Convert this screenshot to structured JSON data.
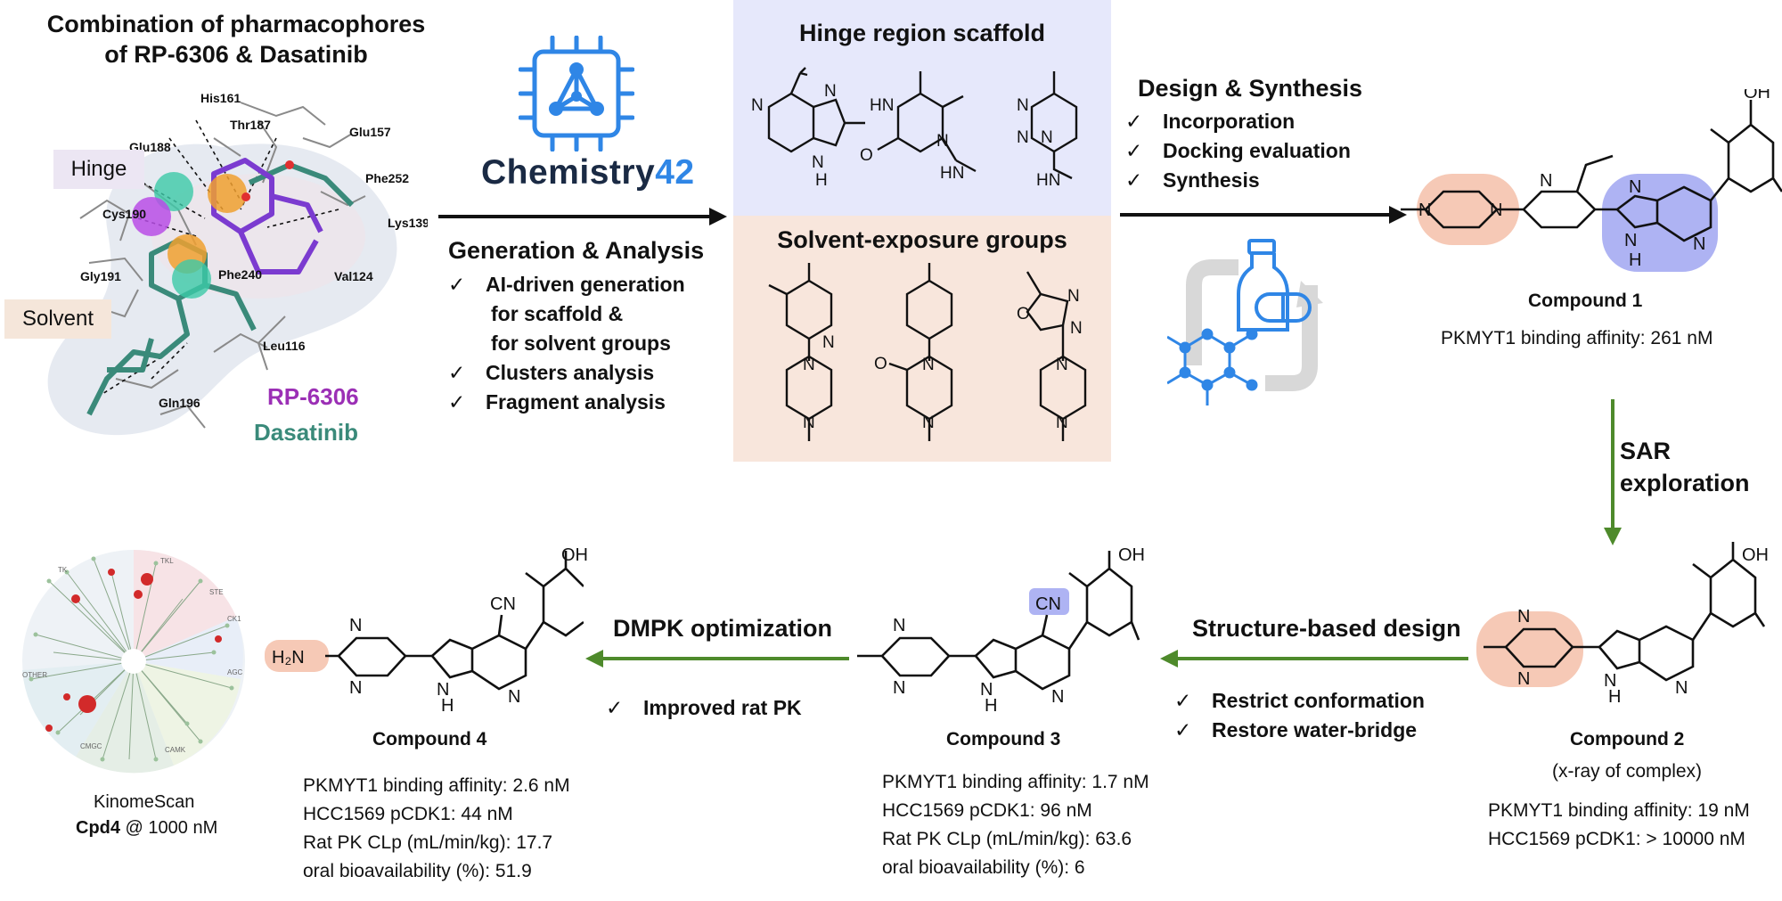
{
  "top_left": {
    "title_line1": "Combination of pharmacophores",
    "title_line2": "of RP-6306 & Dasatinib",
    "hinge_label": "Hinge",
    "solvent_label": "Solvent",
    "rp_label": "RP-6306",
    "dasatinib_label": "Dasatinib",
    "residues": [
      "His161",
      "Glu188",
      "Thr187",
      "Glu157",
      "Phe252",
      "Cys190",
      "Lys139",
      "Gly191",
      "Phe240",
      "Val124",
      "Leu116",
      "Gln196"
    ]
  },
  "chemistry42": {
    "logo_text_a": "Chemistry",
    "logo_text_b": "42",
    "gen_title": "Generation & Analysis",
    "gen_items": [
      "AI-driven generation",
      "Clusters analysis",
      "Fragment analysis"
    ],
    "gen_subitems": [
      "for scaffold &",
      "for solvent groups"
    ]
  },
  "middle_panels": {
    "hinge_title": "Hinge region scaffold",
    "solvent_title": "Solvent-exposure groups"
  },
  "design": {
    "title": "Design & Synthesis",
    "items": [
      "Incorporation",
      "Docking evaluation",
      "Synthesis"
    ]
  },
  "compound1": {
    "name": "Compound 1",
    "affinity": "PKMYT1 binding affinity: 261 nM"
  },
  "sar": {
    "line1": "SAR",
    "line2": "exploration"
  },
  "compound2": {
    "name": "Compound 2",
    "sub": "(x-ray of complex)",
    "affinity": "PKMYT1 binding affinity: 19 nM",
    "pcdk1": "HCC1569 pCDK1: > 10000 nM"
  },
  "sbd": {
    "title": "Structure-based design",
    "items": [
      "Restrict conformation",
      "Restore water-bridge"
    ]
  },
  "compound3": {
    "name": "Compound 3",
    "affinity": "PKMYT1 binding affinity: 1.7 nM",
    "pcdk1": "HCC1569 pCDK1: 96 nM",
    "clp": "Rat PK CLp (mL/min/kg): 63.6",
    "oral": "oral bioavailability (%): 6"
  },
  "dmpk": {
    "title": "DMPK optimization",
    "items": [
      "Improved rat PK"
    ]
  },
  "compound4": {
    "name": "Compound 4",
    "affinity": "PKMYT1 binding affinity: 2.6 nM",
    "pcdk1": "HCC1569 pCDK1: 44 nM",
    "clp": "Rat PK CLp (mL/min/kg): 17.7",
    "oral": "oral bioavailability (%): 51.9"
  },
  "kinome": {
    "line1": "KinomeScan",
    "line2_bold": "Cpd4",
    "line2_rest": " @ 1000 nM",
    "groups": [
      "TK",
      "TKL",
      "STE",
      "CK1",
      "AGC",
      "CAMK",
      "CMGC",
      "OTHER"
    ]
  },
  "atoms": {
    "OH": "OH",
    "CN": "CN",
    "N": "N",
    "H": "H",
    "O": "O",
    "HN": "HN",
    "H2N": "H₂N"
  },
  "colors": {
    "arrow_black": "#111111",
    "arrow_green": "#4e8a2b",
    "panel_blue": "#e6e8fb",
    "panel_peach": "#f8e6dc",
    "highlight_blue": "#aeb3f3",
    "highlight_peach": "#f6c9b6",
    "rp_purple": "#9b2fb5",
    "dasatinib_teal": "#3a8a7a",
    "chem42_blue": "#2f86e6"
  }
}
